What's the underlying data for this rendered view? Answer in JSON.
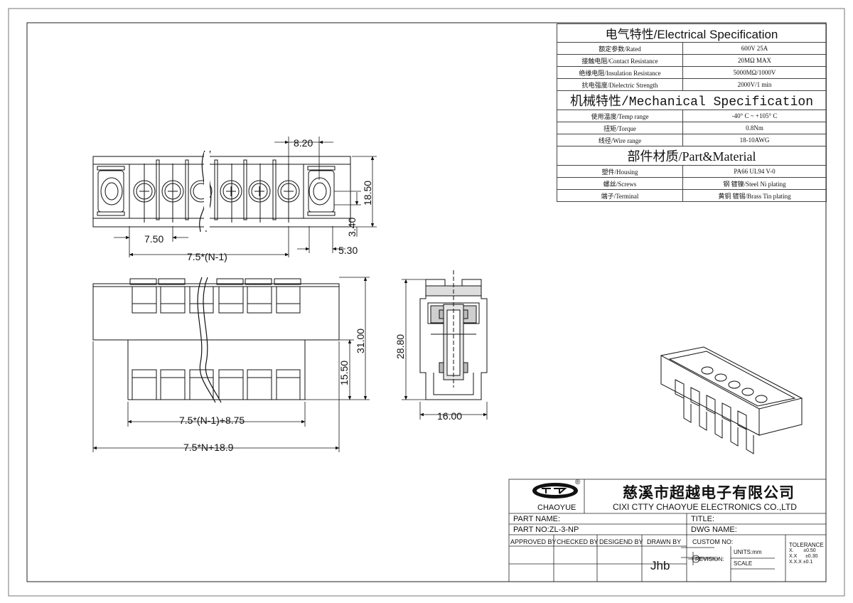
{
  "specs": {
    "electrical_title": "电气特性/Electrical Specification",
    "electrical_rows": [
      {
        "label": "额定参数/Rated",
        "value": "600V 25A"
      },
      {
        "label": "接触电阻/Contact Resistance",
        "value": "20MΩ MAX"
      },
      {
        "label": "绝缘电阻/Insulation Resistance",
        "value": "5000MΩ/1000V"
      },
      {
        "label": "抗电强度/Dielectric Strength",
        "value": "2000V/1 min"
      }
    ],
    "mechanical_title": "机械特性/Mechanical Specification",
    "mechanical_rows": [
      {
        "label": "使用温度/Temp range",
        "value": "-40° C ~ +105° C"
      },
      {
        "label": "扭矩/Torque",
        "value": "0.8Nm"
      },
      {
        "label": "线径/Wire range",
        "value": "18-10AWG"
      }
    ],
    "material_title": "部件材质/Part&Material",
    "material_rows": [
      {
        "label": "塑件/Housing",
        "value": "PA66 UL94 V-0"
      },
      {
        "label": "螺丝/Screws",
        "value": "钢 镀镍/Steel Ni plating"
      },
      {
        "label": "端子/Terminal",
        "value": "黄铜 镀锡/Brass Tin  plating"
      }
    ]
  },
  "dimensions": {
    "pitch_top": "8.20",
    "pitch": "7.50",
    "width_formula": "7.5*(N-1)",
    "end_offset": "5.30",
    "height_top": "18.50",
    "offset_small": "3.40",
    "front_height": "31.00",
    "pin_height": "15.50",
    "pin_span": "7.5*(N-1)+8.75",
    "total_length": "7.5*N+18.9",
    "side_height": "28.80",
    "side_width": "16.00"
  },
  "title_block": {
    "brand": "CHAOYUE",
    "registered": "®",
    "company_cn": "慈溪市超越电子有限公司",
    "company_en": "CIXI CTTY CHAOYUE ELECTRONICS CO.,LTD",
    "part_name_label": "PART NAME:",
    "title_label": "TITLE:",
    "part_no": "PART NO:ZL-3-NP",
    "dwg_name_label": "DWG NAME:",
    "approved_by": "APPROVED BY",
    "checked_by": "CHECKED BY",
    "designed_by": "DESIGEND BY",
    "drawn_by": "DRAWN BY",
    "drawer": "Jhb",
    "custom_no": "CUSTOM NO:",
    "units": "UNITS:mm",
    "revision": "REVISION:",
    "scale": "SCALE",
    "tolerance_title": "TOLERANCE",
    "tolerance_rows": [
      "X.       ±0.50",
      "X.X      ±0.30",
      "X.X.X ±0.1"
    ]
  }
}
